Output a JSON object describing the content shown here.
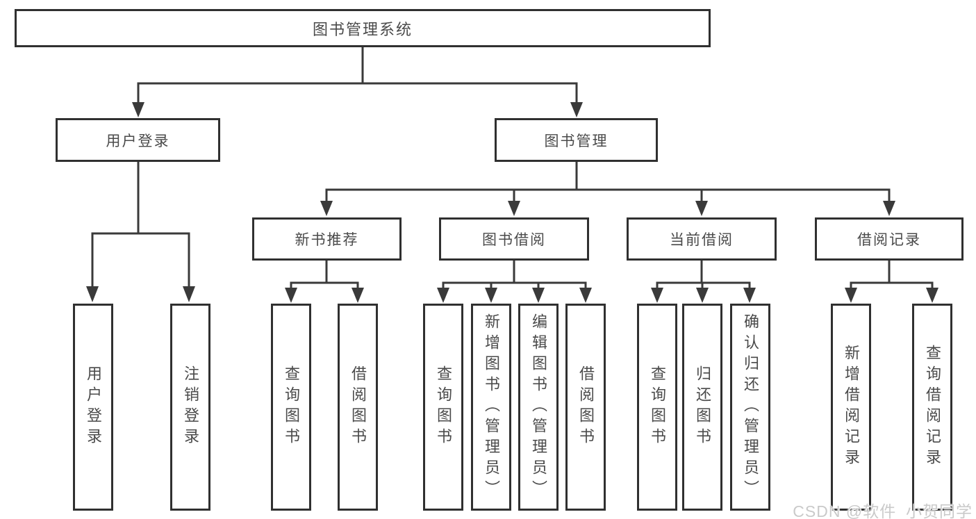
{
  "diagram": {
    "root": {
      "label": "图书管理系统"
    },
    "level2": [
      {
        "label": "用户登录"
      },
      {
        "label": "图书管理"
      }
    ],
    "level3": [
      {
        "label": "新书推荐"
      },
      {
        "label": "图书借阅"
      },
      {
        "label": "当前借阅"
      },
      {
        "label": "借阅记录"
      }
    ],
    "leaves": {
      "user_login": [
        "用户登录",
        "注销登录"
      ],
      "new_book": [
        "查询图书",
        "借阅图书"
      ],
      "book_borrow": [
        "查询图书",
        "新增图书（管理员）",
        "编辑图书（管理员）",
        "借阅图书"
      ],
      "current_borrow": [
        "查询图书",
        "归还图书",
        "确认归还（管理员）"
      ],
      "borrow_record": [
        "新增借阅记录",
        "查询借阅记录"
      ]
    }
  },
  "watermark": {
    "text": "CSDN @软件_小贺同学",
    "color": "#cacaca"
  },
  "colors": {
    "background": "#ffffff",
    "box_border": "#303030",
    "connector_line": "#3a3a3a",
    "text": "#4a4a4a"
  }
}
